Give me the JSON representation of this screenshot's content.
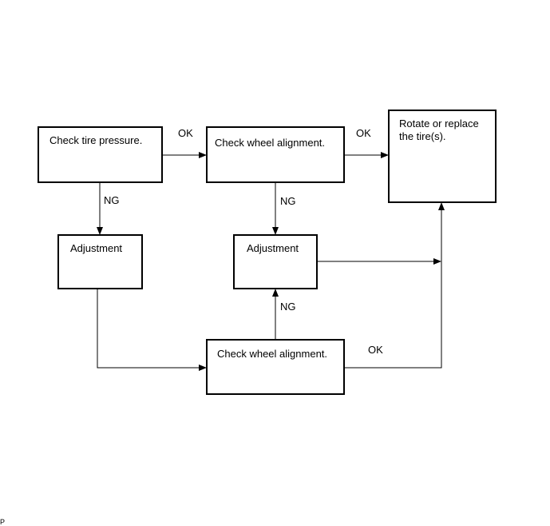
{
  "nodes": {
    "check_tire_pressure": "Check tire pressure.",
    "check_wheel_alignment_1": "Check wheel alignment.",
    "rotate_replace_line1": "Rotate or replace",
    "rotate_replace_line2": "the tire(s).",
    "adjustment_1": "Adjustment",
    "adjustment_2": "Adjustment",
    "check_wheel_alignment_2": "Check wheel alignment."
  },
  "edges": {
    "ok_1": "OK",
    "ok_2": "OK",
    "ng_1": "NG",
    "ng_2": "NG",
    "ng_3": "NG",
    "ok_3": "OK"
  },
  "corner_mark": "P"
}
